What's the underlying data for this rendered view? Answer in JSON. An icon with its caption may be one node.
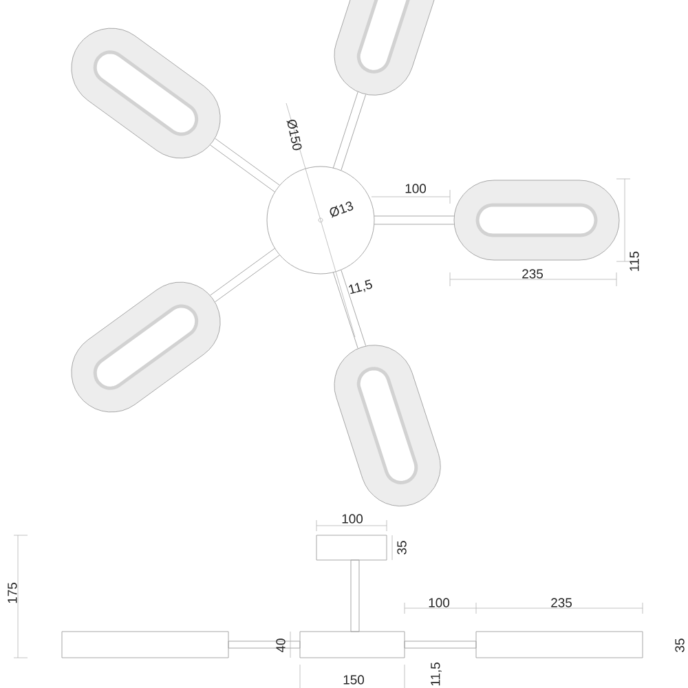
{
  "diagram": {
    "labels": [
      "Ø150",
      "100",
      "Ø13",
      "115",
      "235",
      "11,5",
      "100",
      "35",
      "175",
      "100",
      "235",
      "40",
      "35",
      "11,5",
      "150"
    ]
  }
}
